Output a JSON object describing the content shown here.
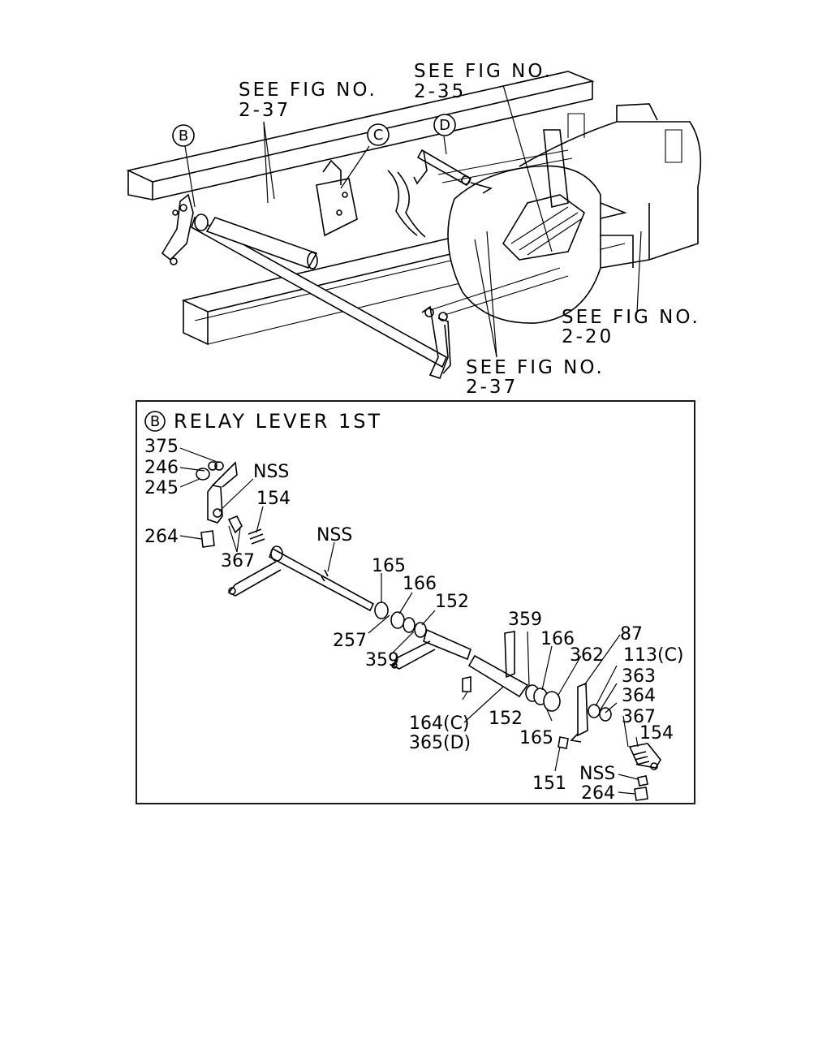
{
  "overview": {
    "ref_2_37_top": [
      "SEE FIG NO.",
      "2-37"
    ],
    "ref_2_35": [
      "SEE FIG NO.",
      "2-35"
    ],
    "ref_2_20": [
      "SEE FIG NO.",
      "2-20"
    ],
    "ref_2_37_bottom": [
      "SEE FIG NO.",
      "2-37"
    ],
    "callouts": [
      "B",
      "C",
      "D"
    ]
  },
  "detail": {
    "badge": "B",
    "title": "RELAY LEVER 1ST",
    "part_labels": [
      "375",
      "246",
      "245",
      "NSS",
      "154",
      "264",
      "367",
      "NSS",
      "165",
      "166",
      "152",
      "257",
      "359",
      "359",
      "166",
      "87",
      "362",
      "113(C)",
      "363",
      "364",
      "367",
      "154",
      "164(C)",
      "365(D)",
      "152",
      "165",
      "151",
      "NSS",
      "264"
    ]
  }
}
